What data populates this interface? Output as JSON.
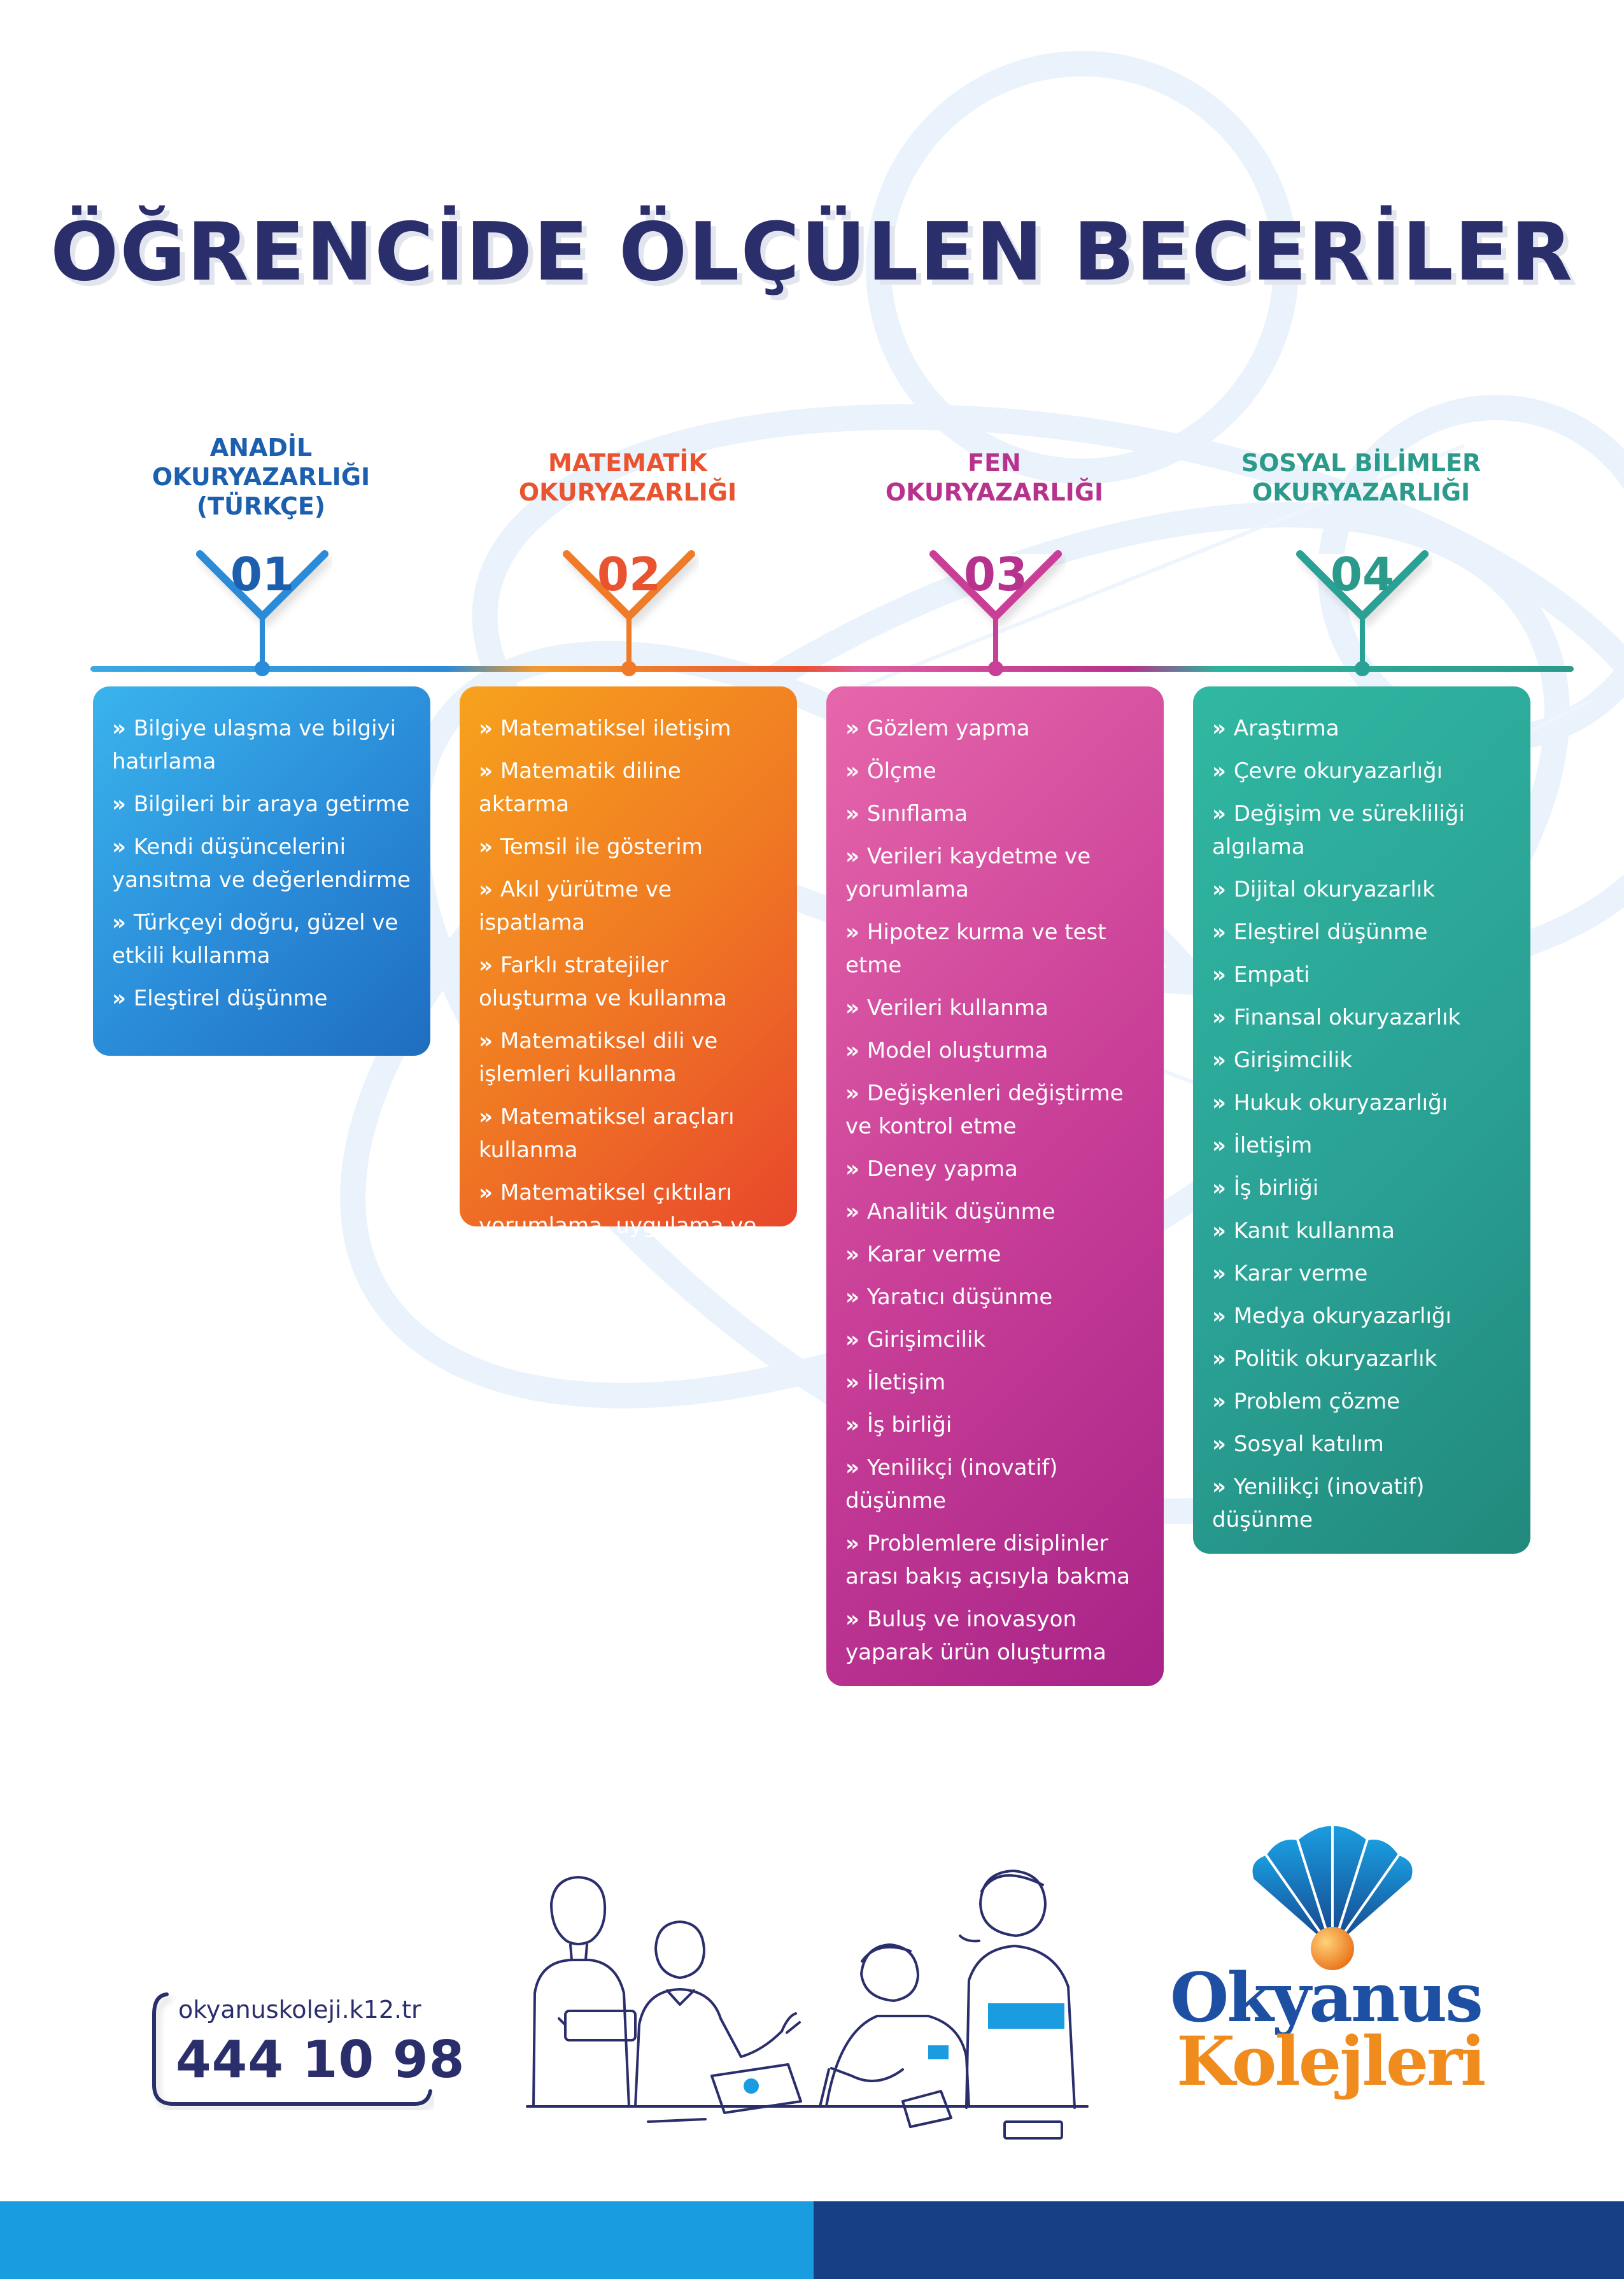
{
  "title": "ÖĞRENCİDE ÖLÇÜLEN BECERİLER",
  "columns": [
    {
      "title_lines": [
        "ANADİL",
        "OKURYAZARLIĞI",
        "(TÜRKÇE)"
      ],
      "number": "01",
      "color": "#2a8bd8",
      "items": [
        "Bilgiye ulaşma ve bilgiyi hatırlama",
        "Bilgileri bir araya getirme",
        "Kendi düşüncelerini yansıtma ve değerlendirme",
        "Türkçeyi doğru, güzel ve etkili kullanma",
        "Eleştirel düşünme"
      ]
    },
    {
      "title_lines": [
        "MATEMATİK",
        "OKURYAZARLIĞI"
      ],
      "number": "02",
      "color": "#e9532f",
      "items": [
        "Matematiksel iletişim",
        "Matematik diline aktarma",
        "Temsil ile gösterim",
        "Akıl yürütme ve ispatlama",
        "Farklı stratejiler oluşturma ve kullanma",
        "Matematiksel dili ve işlemleri kullanma",
        "Matematiksel araçları kullanma",
        "Matematiksel çıktıları yorumlama, uygulama ve değerlendirme"
      ]
    },
    {
      "title_lines": [
        "FEN",
        "OKURYAZARLIĞI"
      ],
      "number": "03",
      "color": "#b6328d",
      "items": [
        "Gözlem yapma",
        "Ölçme",
        "Sınıflama",
        "Verileri kaydetme ve yorumlama",
        "Hipotez kurma ve test etme",
        "Verileri kullanma",
        "Model oluşturma",
        "Değişkenleri değiştirme ve kontrol etme",
        "Deney yapma",
        "Analitik düşünme",
        "Karar verme",
        "Yaratıcı düşünme",
        "Girişimcilik",
        "İletişim",
        "İş birliği",
        "Yenilikçi (inovatif) düşünme",
        "Problemlere disiplinler arası bakış açısıyla bakma",
        "Buluş ve inovasyon yaparak ürün oluşturma"
      ]
    },
    {
      "title_lines": [
        "SOSYAL BİLİMLER",
        "OKURYAZARLIĞI"
      ],
      "number": "04",
      "color": "#2b9a8a",
      "items": [
        "Araştırma",
        "Çevre okuryazarlığı",
        "Değişim ve sürekliliği algılama",
        "Dijital okuryazarlık",
        "Eleştirel düşünme",
        "Empati",
        "Finansal okuryazarlık",
        "Girişimcilik",
        "Hukuk okuryazarlığı",
        "İletişim",
        "İş birliği",
        "Kanıt kullanma",
        "Karar verme",
        "Medya okuryazarlığı",
        "Politik okuryazarlık",
        "Problem çözme",
        "Sosyal katılım",
        "Yenilikçi (inovatif) düşünme"
      ]
    }
  ],
  "contact": {
    "website": "okyanuskoleji.k12.tr",
    "phone": "444 10 98"
  },
  "logo": {
    "brand_line1": "Okyanus",
    "brand_line2": "Kolejleri"
  },
  "colors": {
    "title": "#2a2e6b",
    "blue": "#2a8bd8",
    "orange": "#e9532f",
    "magenta": "#b6328d",
    "teal": "#2b9a8a",
    "footer_left": "#1a9de0",
    "footer_right": "#163f86"
  },
  "icons": {
    "background": "atom-orbit-pattern",
    "illustration": "students-studying-illustration",
    "logo": "seashell-pearl-logo"
  }
}
